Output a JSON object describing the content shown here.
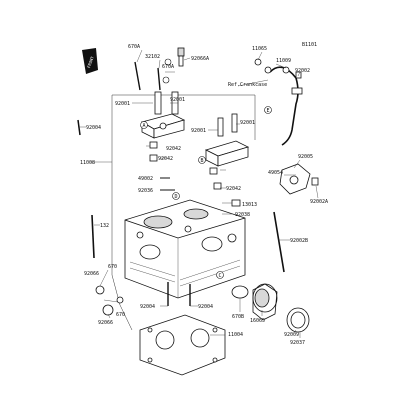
{
  "diagram": {
    "figure_id": "B1101",
    "front_label": "FRONT",
    "ref_note": "Ref.Crankcase",
    "callouts": [
      "A",
      "B",
      "C",
      "D",
      "E"
    ],
    "part_numbers": {
      "p670A": "670A",
      "p32102": "32102",
      "p92066A": "92066A",
      "p670A_b": "670A",
      "p11065": "11065",
      "p11009": "11009",
      "p92002": "92002",
      "p92001_a": "92001",
      "p92001_b": "92001",
      "p92001_c": "92001",
      "p92001_d": "92001",
      "p92004_a": "92004",
      "p92042_a": "92042",
      "p92042_b": "92042",
      "p92042_c": "92042",
      "p11008": "11008",
      "p92005": "92005",
      "p49002": "49002",
      "p92036": "92036",
      "p13013": "13013",
      "p49054": "49054",
      "p92002A": "92002A",
      "p92038": "92038",
      "p132": "132",
      "p92002B": "92002B",
      "p670": "670",
      "p92066": "92066",
      "p670_b": "670",
      "p92066_b": "92066",
      "p92004_b": "92004",
      "p92004_c": "92004",
      "p670B": "670B",
      "p16065": "16065",
      "p92009": "92009",
      "p11004": "11004",
      "p92037": "92037"
    }
  }
}
